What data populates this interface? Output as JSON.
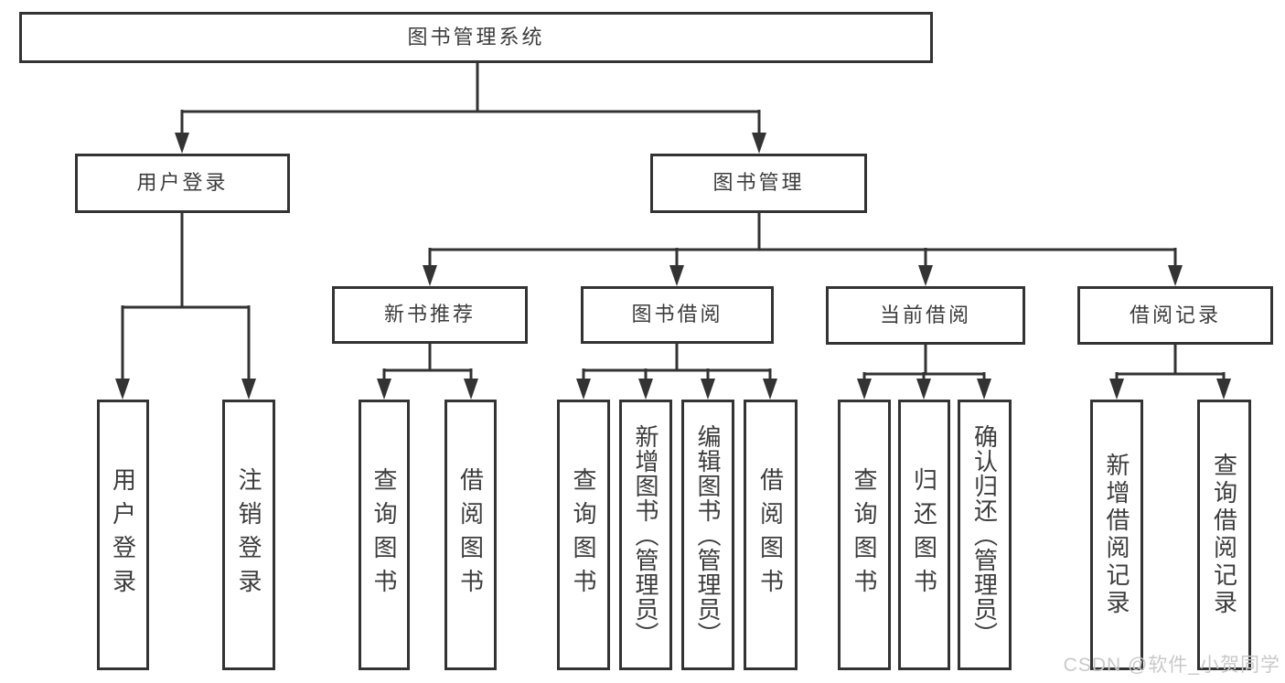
{
  "diagram_title": "图书管理系统",
  "watermark": "CSDN @软件_小贺同学",
  "colors": {
    "line": "#333333",
    "box_border": "#333333",
    "text": "#3c3c3c",
    "watermark": "#c9c9c9",
    "background": "#ffffff"
  },
  "tree": {
    "root": {
      "label": "图书管理系统"
    },
    "branches": [
      {
        "label": "用户登录",
        "children": [
          "用户登录",
          "注销登录"
        ]
      },
      {
        "label": "图书管理",
        "children": [
          {
            "label": "新书推荐",
            "children": [
              "查询图书",
              "借阅图书"
            ]
          },
          {
            "label": "图书借阅",
            "children": [
              "查询图书",
              "新增图书（管理员）",
              "编辑图书（管理员）",
              "借阅图书"
            ]
          },
          {
            "label": "当前借阅",
            "children": [
              "查询图书",
              "归还图书",
              "确认归还（管理员）"
            ]
          },
          {
            "label": "借阅记录",
            "children": [
              "新增借阅记录",
              "查询借阅记录"
            ]
          }
        ]
      }
    ]
  }
}
